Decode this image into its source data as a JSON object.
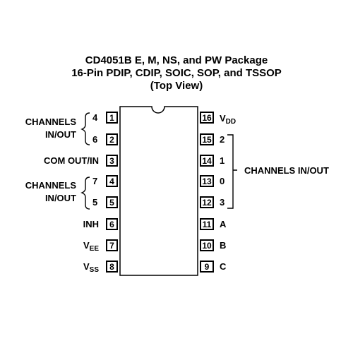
{
  "title": {
    "line1": "CD4051B E, M, NS, and PW Package",
    "line2": "16-Pin PDIP, CDIP, SOIC, SOP, and TSSOP",
    "line3": "(Top View)"
  },
  "left_pins": [
    {
      "number": "1",
      "label": "4"
    },
    {
      "number": "2",
      "label": "6"
    },
    {
      "number": "3",
      "label": "COM OUT/IN"
    },
    {
      "number": "4",
      "label": "7"
    },
    {
      "number": "5",
      "label": "5"
    },
    {
      "number": "6",
      "label": "INH"
    },
    {
      "number": "7",
      "label_main": "V",
      "label_sub": "EE"
    },
    {
      "number": "8",
      "label_main": "V",
      "label_sub": "SS"
    }
  ],
  "right_pins": [
    {
      "number": "16",
      "label_main": "V",
      "label_sub": "DD"
    },
    {
      "number": "15",
      "label": "2"
    },
    {
      "number": "14",
      "label": "1"
    },
    {
      "number": "13",
      "label": "0"
    },
    {
      "number": "12",
      "label": "3"
    },
    {
      "number": "11",
      "label": "A"
    },
    {
      "number": "10",
      "label": "B"
    },
    {
      "number": "9",
      "label": "C"
    }
  ],
  "groups": {
    "left_top": {
      "line1": "CHANNELS",
      "line2": "IN/OUT"
    },
    "left_bottom": {
      "line1": "CHANNELS",
      "line2": "IN/OUT"
    },
    "right": "CHANNELS IN/OUT"
  }
}
